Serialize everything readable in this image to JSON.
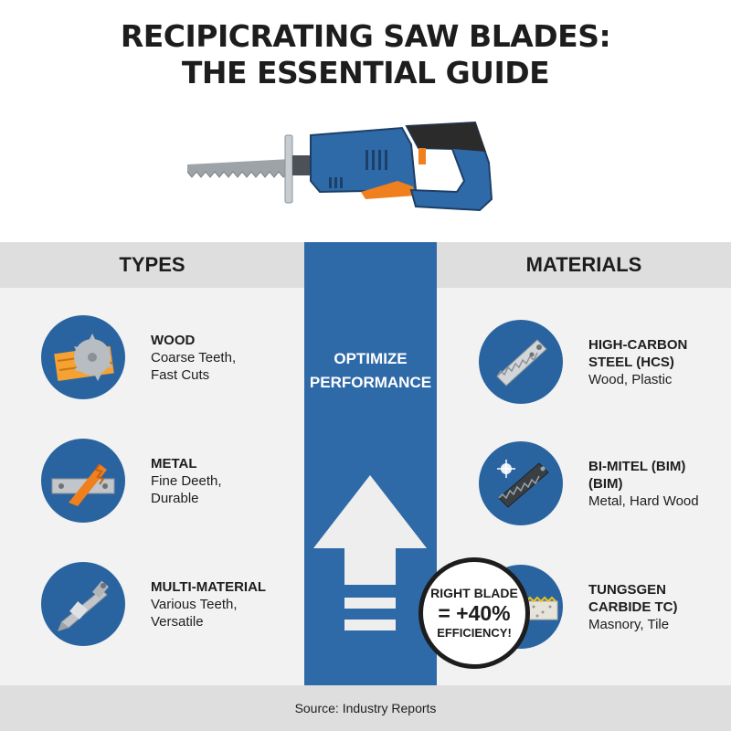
{
  "title": {
    "line1": "RECIPICRATING SAW BLADES:",
    "line2": "THE ESSENTIAL GUIDE"
  },
  "colors": {
    "primary_blue": "#2f6aa8",
    "circle_blue": "#2a64a0",
    "accent_orange": "#f07f1e",
    "panel_gray": "#f2f2f2",
    "header_gray": "#dedede"
  },
  "types": {
    "header": "TYPES",
    "items": [
      {
        "name": "WOOD",
        "lines": [
          "Coarse Teeth,",
          "Fast Cuts"
        ],
        "icon": "wood-blade-icon"
      },
      {
        "name": "METAL",
        "lines": [
          "Fine Deeth,",
          "Durable"
        ],
        "icon": "metal-blade-icon"
      },
      {
        "name": "MULTI-MATERIAL",
        "lines": [
          "Various Teeth,",
          "Versatile"
        ],
        "icon": "multi-material-blade-icon"
      }
    ]
  },
  "center": {
    "line1": "OPTIMIZE",
    "line2": "PERFORMANCE",
    "icon": "up-arrow-icon"
  },
  "materials": {
    "header": "MATERIALS",
    "items": [
      {
        "name_lines": [
          "HIGH-CARBON",
          "STEEL (HCS)"
        ],
        "use": "Wood, Plastic",
        "icon": "hcs-blade-icon"
      },
      {
        "name_lines": [
          "BI-MITEL (BIM)",
          "(BIM)"
        ],
        "use": "Metal, Hard Wood",
        "icon": "bim-blade-icon"
      },
      {
        "name_lines": [
          "TUNGSGEN",
          "CARBIDE TC)"
        ],
        "use": "Masnory, Tile",
        "icon": "carbide-blade-icon"
      }
    ]
  },
  "badge": {
    "line1": "RIGHT BLADE",
    "line2": "= +40%",
    "line3": "EFFICIENCY!"
  },
  "footer": {
    "source": "Source: Industry Reports"
  }
}
